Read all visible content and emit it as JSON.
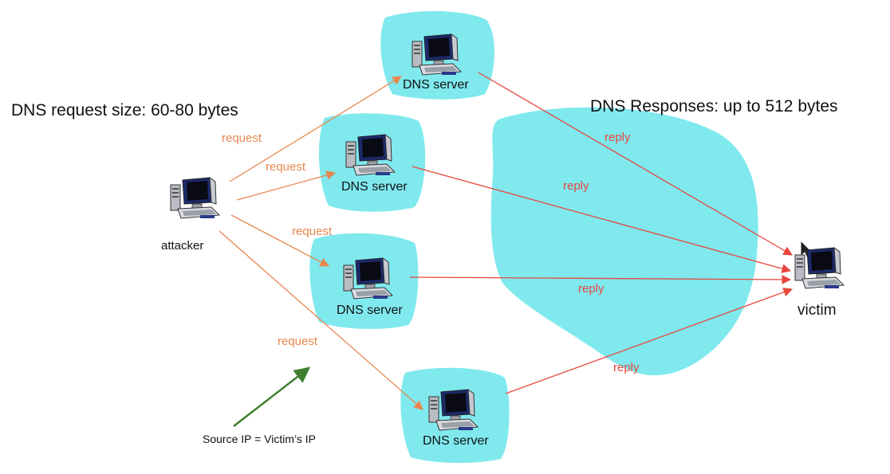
{
  "colors": {
    "cloud": "#7fe9ee",
    "request": "#e8874d",
    "reply": "#e8463c",
    "spoof_arrow": "#3f7f2f"
  },
  "titles": {
    "request_size": "DNS request size: 60-80 bytes",
    "response_size": "DNS Responses: up to 512 bytes"
  },
  "nodes": {
    "attacker": "attacker",
    "victim": "victim",
    "dns_servers": [
      "DNS server",
      "DNS server",
      "DNS server",
      "DNS server"
    ]
  },
  "edges": {
    "request_labels": [
      "request",
      "request",
      "request",
      "request"
    ],
    "reply_labels": [
      "reply",
      "reply",
      "reply",
      "reply"
    ]
  },
  "note": "Source IP = Victim’s IP",
  "icons": [
    "computer-icon",
    "mouse-cursor-icon"
  ]
}
